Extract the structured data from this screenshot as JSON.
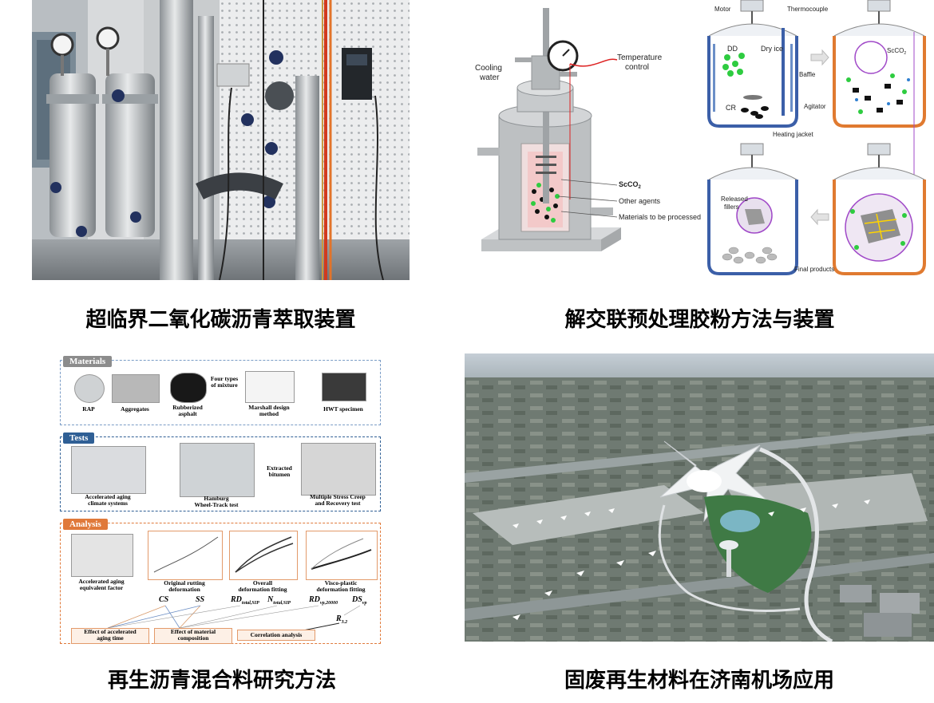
{
  "captions": {
    "q1": "超临界二氧化碳沥青萃取装置",
    "q2": "解交联预处理胶粉方法与装置",
    "q3": "再生沥青混合料研究方法",
    "q4": "固废再生材料在济南机场应用"
  },
  "reactor_labels": {
    "cooling": "Cooling",
    "water": "water",
    "temperature": "Temperature",
    "control": "control",
    "scco2": "ScCO",
    "scco2_sub": "2",
    "other_agents": "Other agents",
    "materials": "Materials to be processed"
  },
  "process_labels": {
    "motor": "Motor",
    "thermocouple": "Thermocouple",
    "dd": "DD",
    "dry_ice": "Dry ice",
    "baffle": "Baffle",
    "cr": "CR",
    "agitator": "Agitator",
    "heating_jacket": "Heating jacket",
    "scco2": "ScCO",
    "scco2_sub": "2",
    "released": "Released",
    "fillers": "fillers",
    "final_products": "Final products"
  },
  "flowchart": {
    "materials": {
      "title": "Materials",
      "rap": "RAP",
      "aggregates": "Aggregates",
      "rubberized1": "Rubberized",
      "rubberized2": "asphalt",
      "four1": "Four types",
      "four2": "of mixture",
      "marshall1": "Marshall design",
      "marshall2": "method",
      "hwt": "HWT specimen"
    },
    "tests": {
      "title": "Tests",
      "aging1": "Accelerated aging",
      "aging2": "climate systems",
      "hamburg1": "Hamburg",
      "hamburg2": "Wheel-Track test",
      "extracted1": "Extracted",
      "extracted2": "bitumen",
      "msc1": "Multiple Stress Creep",
      "msc2": "and Recovery test"
    },
    "analysis": {
      "title": "Analysis",
      "aef1": "Accelerated aging",
      "aef2": "equivalent factor",
      "ord1": "Original rutting",
      "ord2": "deformation",
      "odf1": "Overall",
      "odf2": "deformation fitting",
      "vpd1": "Visco-plastic",
      "vpd2": "deformation fitting",
      "cs": "CS",
      "ss": "SS",
      "rd_total": "RD",
      "rd_total_sub": "total,SIP",
      "n_total": "N",
      "n_total_sub": "total,SIP",
      "rd_vp": "RD",
      "rd_vp_sub": "vp,20000",
      "ds_vp": "DS",
      "ds_vp_sub": "vp",
      "r32": "R",
      "r32_sub": "3.2",
      "eff_time1": "Effect of accelerated",
      "eff_time2": "aging time",
      "eff_mat1": "Effect of material",
      "eff_mat2": "composition",
      "corr": "Correlation analysis"
    }
  },
  "colors": {
    "caption_text": "#000000",
    "tag_materials": "#8c8c8c",
    "tag_tests": "#2f5f95",
    "tag_analysis": "#e0793a",
    "reactor_orange": "#e07a30",
    "reactor_blue": "#3b5fa8",
    "purple": "#a049c8",
    "green_particles": "#2ecc40"
  }
}
